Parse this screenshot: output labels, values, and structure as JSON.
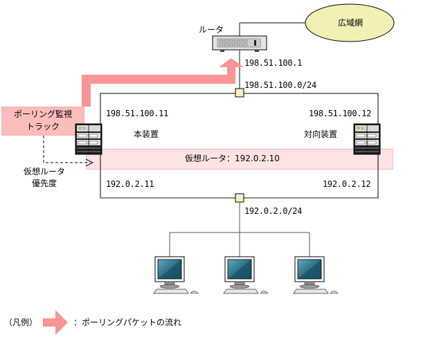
{
  "title": "ポーリング監視トラックによる仮想ルータ優先度の変更",
  "wan": {
    "label": "広域網",
    "icon": "cloud-ellipse-icon",
    "color": "#f3f0b5"
  },
  "router": {
    "label": "ルータ",
    "ip": "198.51.100.1",
    "icon": "router-icon"
  },
  "upper_network": {
    "subnet": "198.51.100.0/24"
  },
  "lower_network": {
    "subnet": "192.0.2.0/24"
  },
  "local_device": {
    "label": "本装置",
    "upper_ip": "198.51.100.11",
    "lower_ip": "192.0.2.11",
    "icon": "switch-icon"
  },
  "peer_device": {
    "label": "対向装置",
    "upper_ip": "198.51.100.12",
    "lower_ip": "192.0.2.12",
    "icon": "switch-icon"
  },
  "virtual_router": {
    "label": "仮想ルータ：192.0.2.10"
  },
  "polling_track": {
    "line1": "ポーリング監視",
    "line2": "トラック"
  },
  "priority": {
    "line1": "仮想ルータ",
    "line2": "優先度"
  },
  "terminals": [
    {
      "icon": "pc-icon"
    },
    {
      "icon": "pc-icon"
    },
    {
      "icon": "pc-icon"
    }
  ],
  "legend": {
    "prefix": "（凡例）",
    "description": "：ポーリングパケットの流れ"
  },
  "colors": {
    "polling_arrow": "#f99595",
    "track_box": "#fbbcbc",
    "virtual_band": "#fde3e4",
    "junction": "#f3f1c2",
    "monitor_screen": "#1f5d73"
  }
}
